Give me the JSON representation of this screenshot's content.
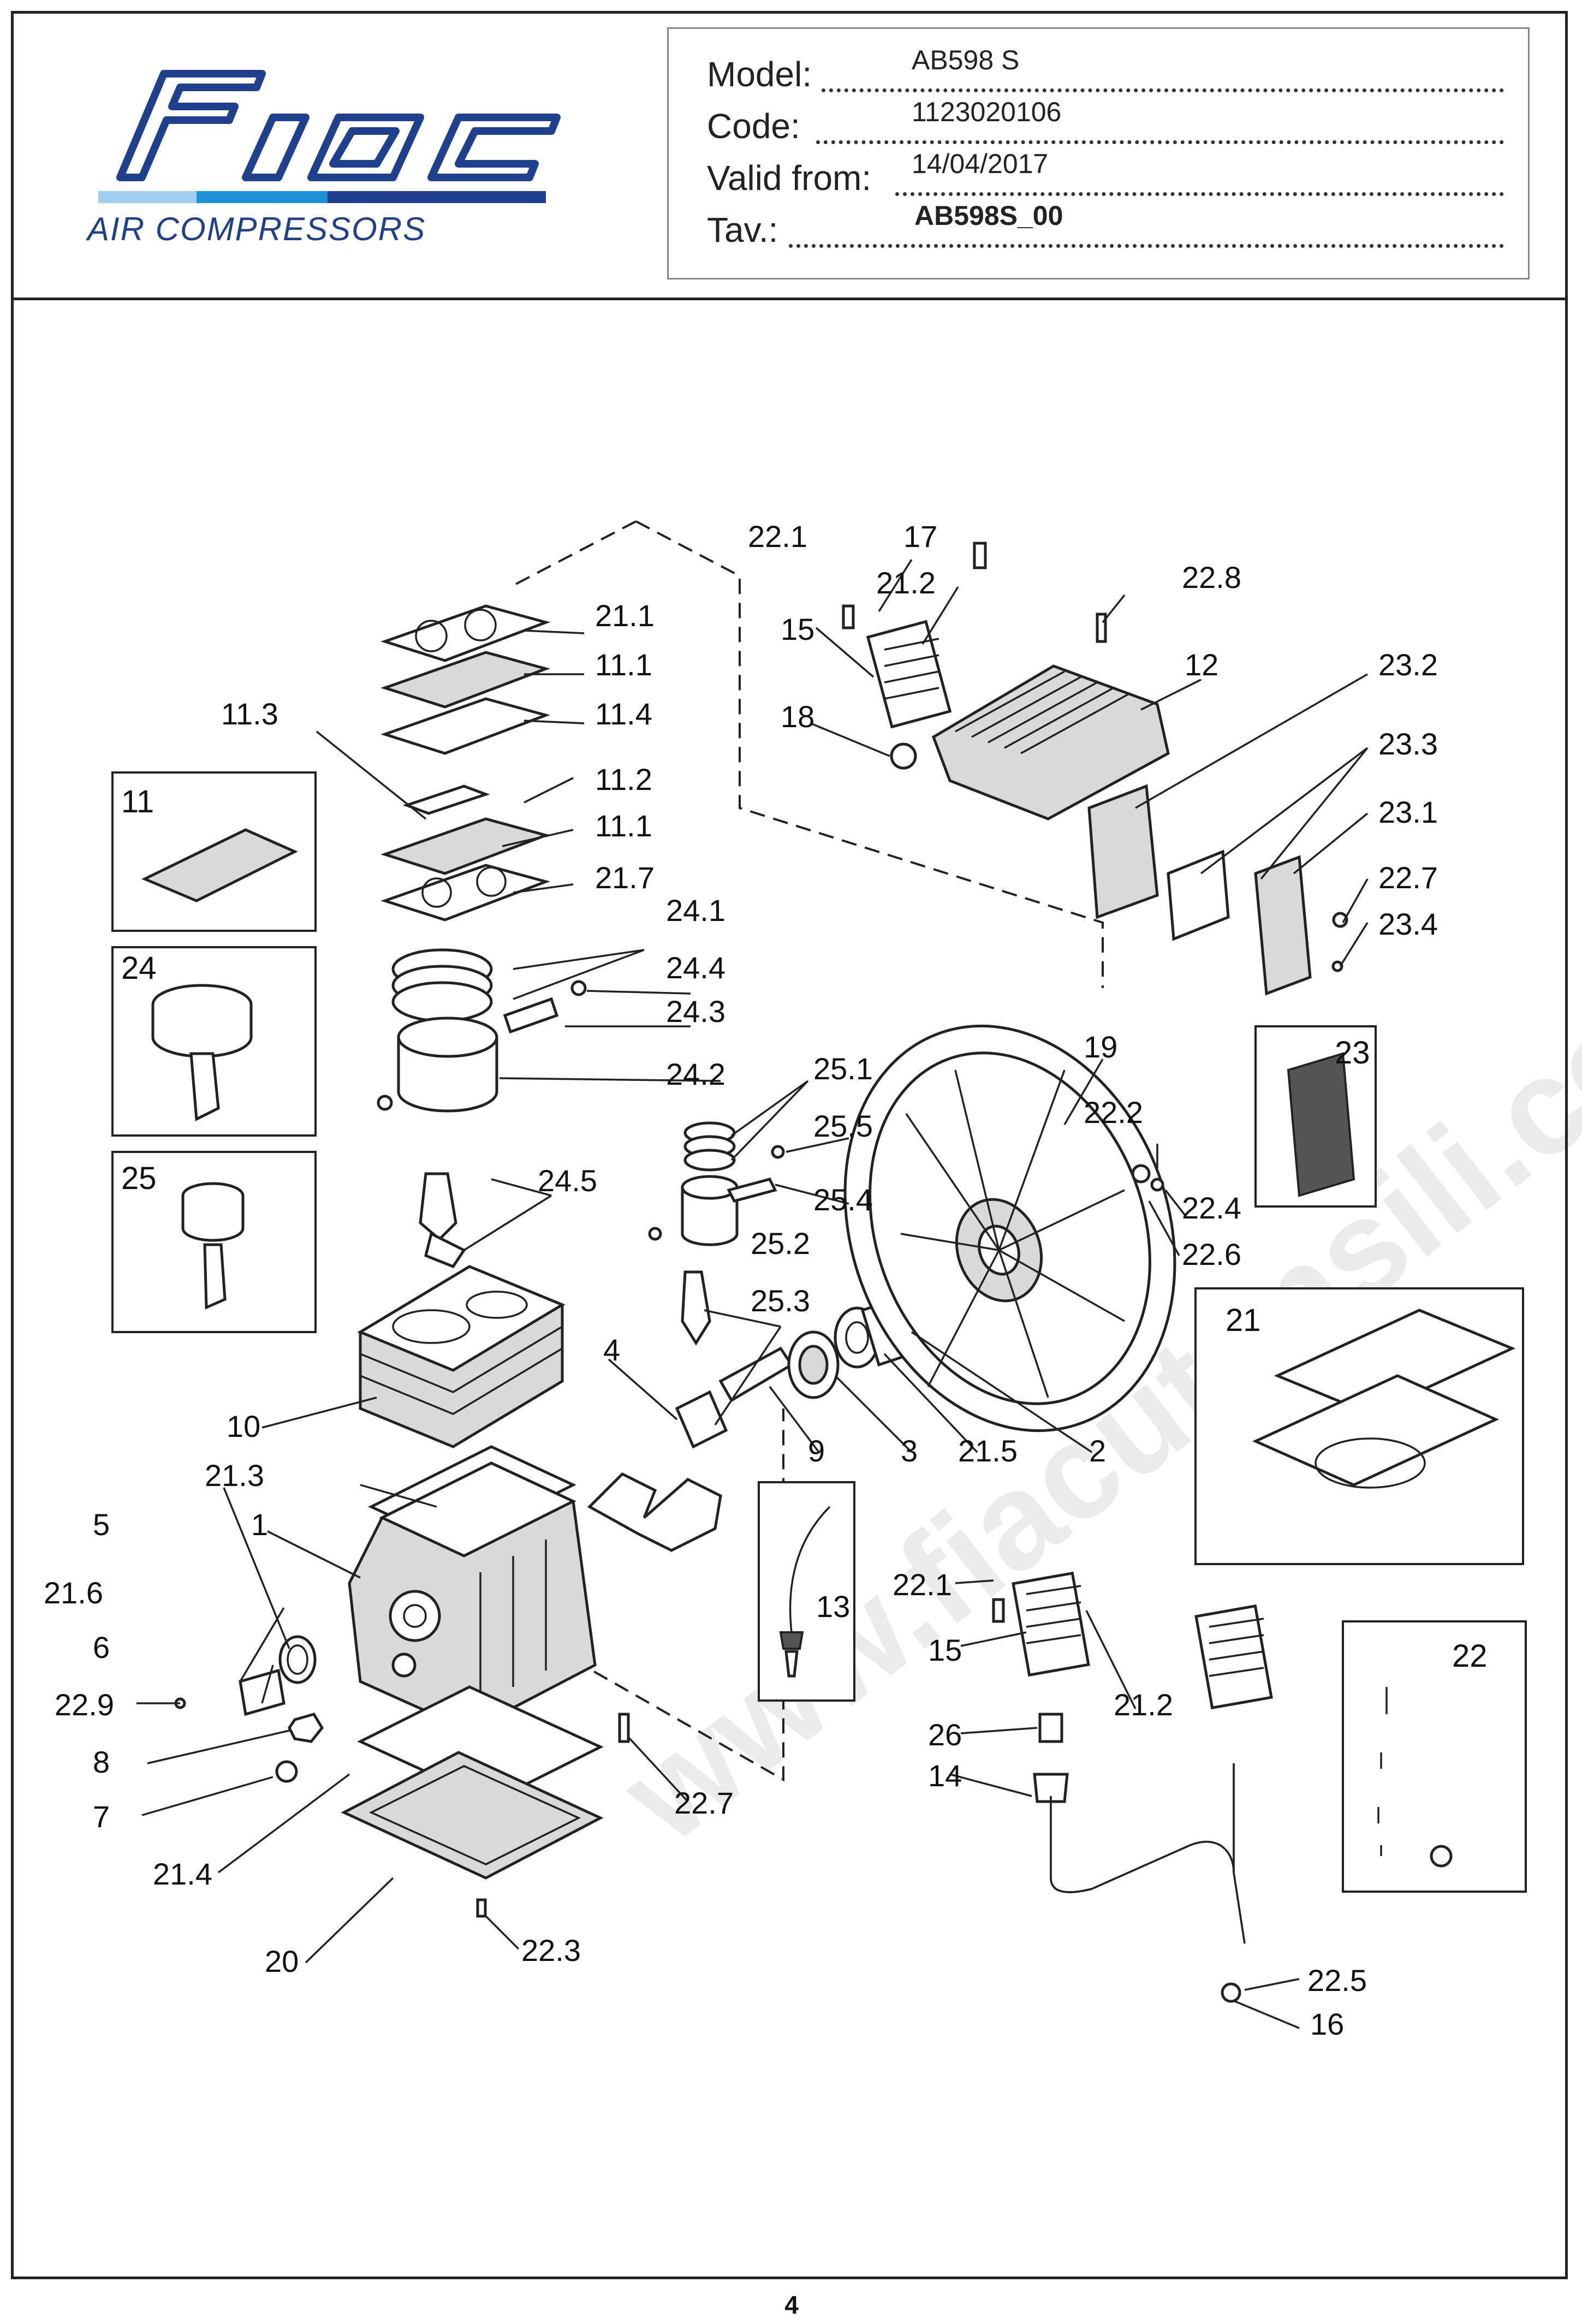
{
  "header": {
    "brand": "fiac",
    "tagline": "AIR COMPRESSORS",
    "fields": [
      {
        "label": "Model:",
        "value": "AB598 S",
        "bold": false
      },
      {
        "label": "Code:",
        "value": "1123020106",
        "bold": false
      },
      {
        "label": "Valid from:",
        "value": "14/04/2017",
        "bold": false
      },
      {
        "label": "Tav.:",
        "value": "AB598S_00",
        "bold": true
      }
    ]
  },
  "callouts": {
    "c_22_1a": "22.1",
    "c_17": "17",
    "c_21_2a": "21.2",
    "c_22_8": "22.8",
    "c_15a": "15",
    "c_12": "12",
    "c_23_2": "23.2",
    "c_18": "18",
    "c_23_3": "23.3",
    "c_23_1": "23.1",
    "c_22_7a": "22.7",
    "c_23_4": "23.4",
    "c_21_1": "21.1",
    "c_11_1a": "11.1",
    "c_11_4": "11.4",
    "c_11_3": "11.3",
    "c_11_2": "11.2",
    "c_11_1b": "11.1",
    "c_21_7": "21.7",
    "c_24_1": "24.1",
    "c_24_4": "24.4",
    "c_24_3": "24.3",
    "c_24_2": "24.2",
    "c_24_5": "24.5",
    "c_25_1": "25.1",
    "c_25_5": "25.5",
    "c_25_4": "25.4",
    "c_25_2": "25.2",
    "c_25_3": "25.3",
    "c_19": "19",
    "c_22_2": "22.2",
    "c_22_4": "22.4",
    "c_22_6": "22.6",
    "c_4": "4",
    "c_10": "10",
    "c_21_3": "21.3",
    "c_9": "9",
    "c_3": "3",
    "c_21_5": "21.5",
    "c_2": "2",
    "c_5": "5",
    "c_1": "1",
    "c_21_6": "21.6",
    "c_6": "6",
    "c_22_9": "22.9",
    "c_8": "8",
    "c_7": "7",
    "c_21_4": "21.4",
    "c_20": "20",
    "c_22_3": "22.3",
    "c_22_7b": "22.7",
    "c_13": "13",
    "c_22_1b": "22.1",
    "c_15b": "15",
    "c_21_2b": "21.2",
    "c_26": "26",
    "c_14": "14",
    "c_22_5": "22.5",
    "c_16": "16"
  },
  "insets": {
    "i11": "11",
    "i24": "24",
    "i25": "25",
    "i23": "23",
    "i21": "21",
    "i22": "22"
  },
  "watermark": "www.fiacutensili.com",
  "page_number": "4"
}
